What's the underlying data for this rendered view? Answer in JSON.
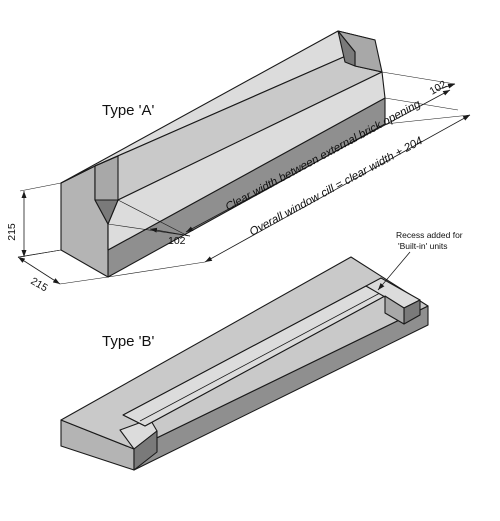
{
  "type_a": {
    "label": "Type 'A'",
    "dim_height": "215",
    "dim_width": "215",
    "dim_stool_left": "102",
    "dim_stool_right": "102",
    "dim_clear": "Clear width between external brick opening",
    "dim_overall": "Overall window cill = clear width + 204"
  },
  "type_b": {
    "label": "Type 'B'",
    "annotation_line1": "Recess added for",
    "annotation_line2": "'Built-in' units"
  },
  "colors": {
    "top_face": "#c9c9c9",
    "front_face": "#8f8f8f",
    "outline": "#1a1a1a",
    "background": "#ffffff"
  }
}
